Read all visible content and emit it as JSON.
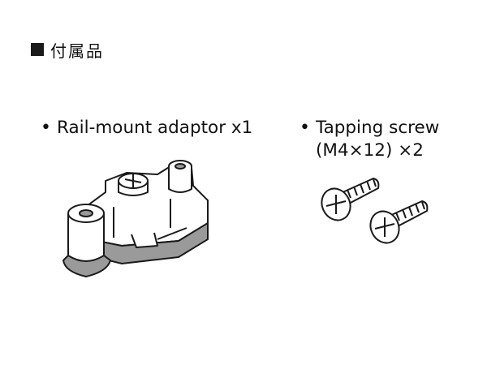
{
  "section": {
    "title": "付属品",
    "square_icon": "black-square-icon"
  },
  "items": [
    {
      "bullet": "•",
      "lines": [
        "Rail-mount adaptor x1"
      ],
      "illustration": "rail-mount-adaptor-illustration"
    },
    {
      "bullet": "•",
      "lines": [
        "Tapping screw",
        "(M4×12) ×2"
      ],
      "illustration": "tapping-screw-illustration"
    }
  ],
  "colors": {
    "text": "#111111",
    "line": "#1a1a1a",
    "shade": "#9a9a9a"
  }
}
